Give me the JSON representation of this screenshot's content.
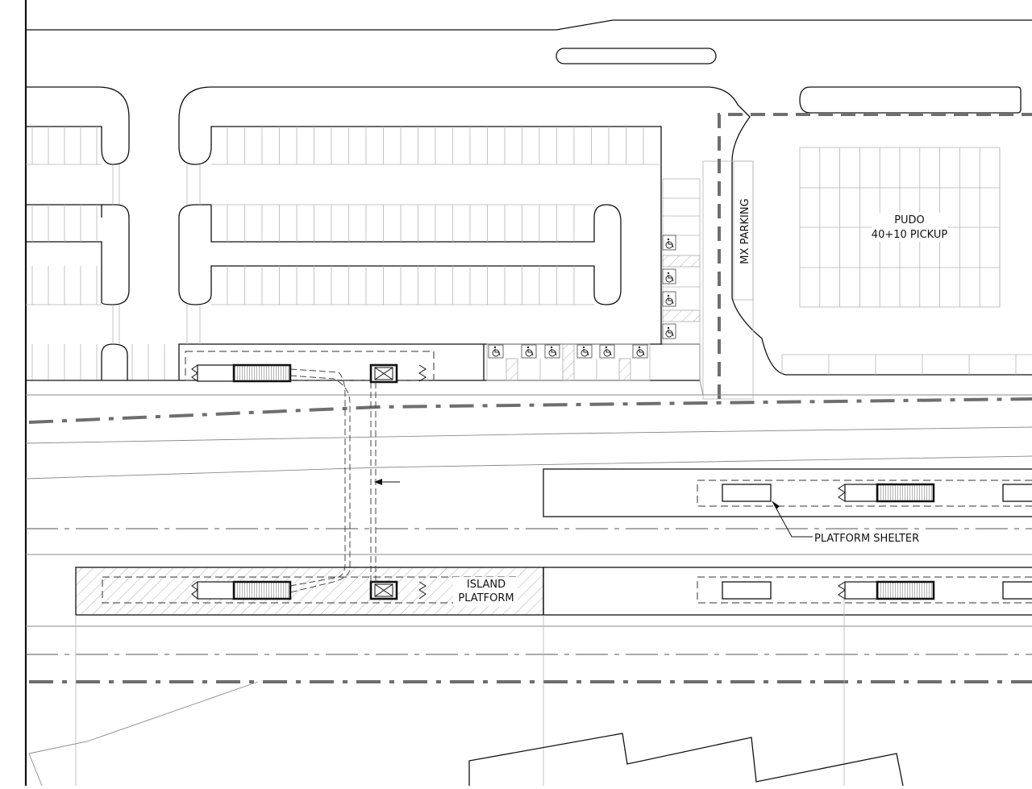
{
  "labels": {
    "pudo_title": "PUDO",
    "pudo_detail": "40+10 PICKUP",
    "mx_parking": "MX PARKING",
    "platform_shelter": "PLATFORM SHELTER",
    "island_platform_line1": "ISLAND",
    "island_platform_line2": "PLATFORM"
  },
  "icons": {
    "accessible_stall": "wheelchair-symbol-icon",
    "elevator": "elevator-box-icon",
    "stair": "stair-hatch-icon"
  },
  "colors": {
    "linework": "#111111",
    "boundary": "#6e6e6e",
    "hatch": "#9a9a9a",
    "background": "#ffffff"
  }
}
